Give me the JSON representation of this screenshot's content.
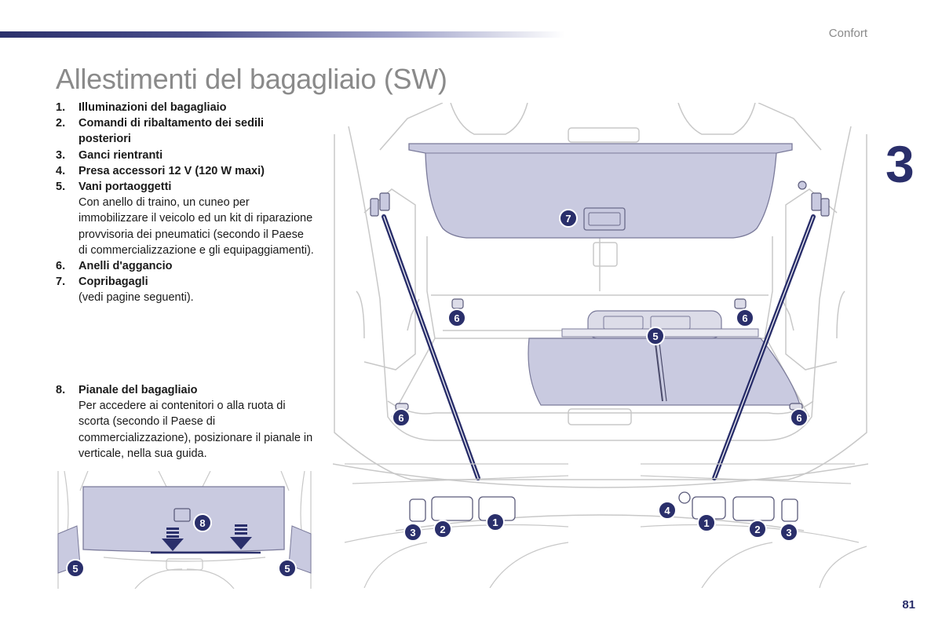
{
  "header": {
    "section": "Confort",
    "chapter": "3",
    "page_number": "81"
  },
  "page_title": "Allestimenti del bagagliaio (SW)",
  "items": [
    {
      "num": "1.",
      "label": "Illuminazioni del bagagliaio",
      "desc": ""
    },
    {
      "num": "2.",
      "label": "Comandi di ribaltamento dei sedili posteriori",
      "desc": ""
    },
    {
      "num": "3.",
      "label": "Ganci rientranti",
      "desc": ""
    },
    {
      "num": "4.",
      "label": "Presa accessori 12 V (120 W maxi)",
      "desc": ""
    },
    {
      "num": "5.",
      "label": "Vani portaoggetti",
      "desc": "Con anello di traino, un cuneo per immobilizzare il veicolo ed un kit di riparazione provvisoria dei pneumatici (secondo il Paese di commercializzazione e gli equipaggiamenti)."
    },
    {
      "num": "6.",
      "label": "Anelli d'aggancio",
      "desc": ""
    },
    {
      "num": "7.",
      "label": "Copribagagli",
      "desc": "(vedi pagine seguenti)."
    }
  ],
  "item8": {
    "num": "8.",
    "label": "Pianale del bagagliaio",
    "desc": "Per accedere ai contenitori o alla ruota di scorta (secondo il Paese di commercializzazione), posizionare il pianale in verticale, nella sua guida."
  },
  "callouts": {
    "c1": "1",
    "c2": "2",
    "c3": "3",
    "c4": "4",
    "c5": "5",
    "c6": "6",
    "c7": "7",
    "c8": "8"
  },
  "colors": {
    "accent": "#2a2f6b",
    "panel_fill": "#c9cae0",
    "line": "#c8c8c8"
  }
}
